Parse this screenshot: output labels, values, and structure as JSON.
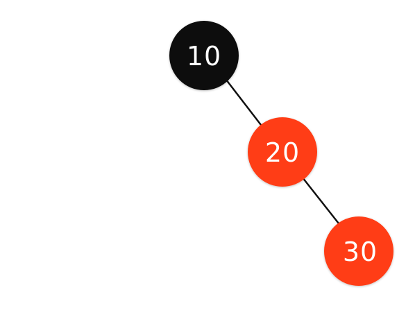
{
  "tree": {
    "nodes": [
      {
        "id": "n10",
        "label": "10",
        "color": "#111111"
      },
      {
        "id": "n20",
        "label": "20",
        "color": "#ff3d14"
      },
      {
        "id": "n30",
        "label": "30",
        "color": "#ff3d14"
      }
    ],
    "edges": [
      {
        "from": "n10",
        "to": "n20"
      },
      {
        "from": "n20",
        "to": "n30"
      }
    ]
  }
}
